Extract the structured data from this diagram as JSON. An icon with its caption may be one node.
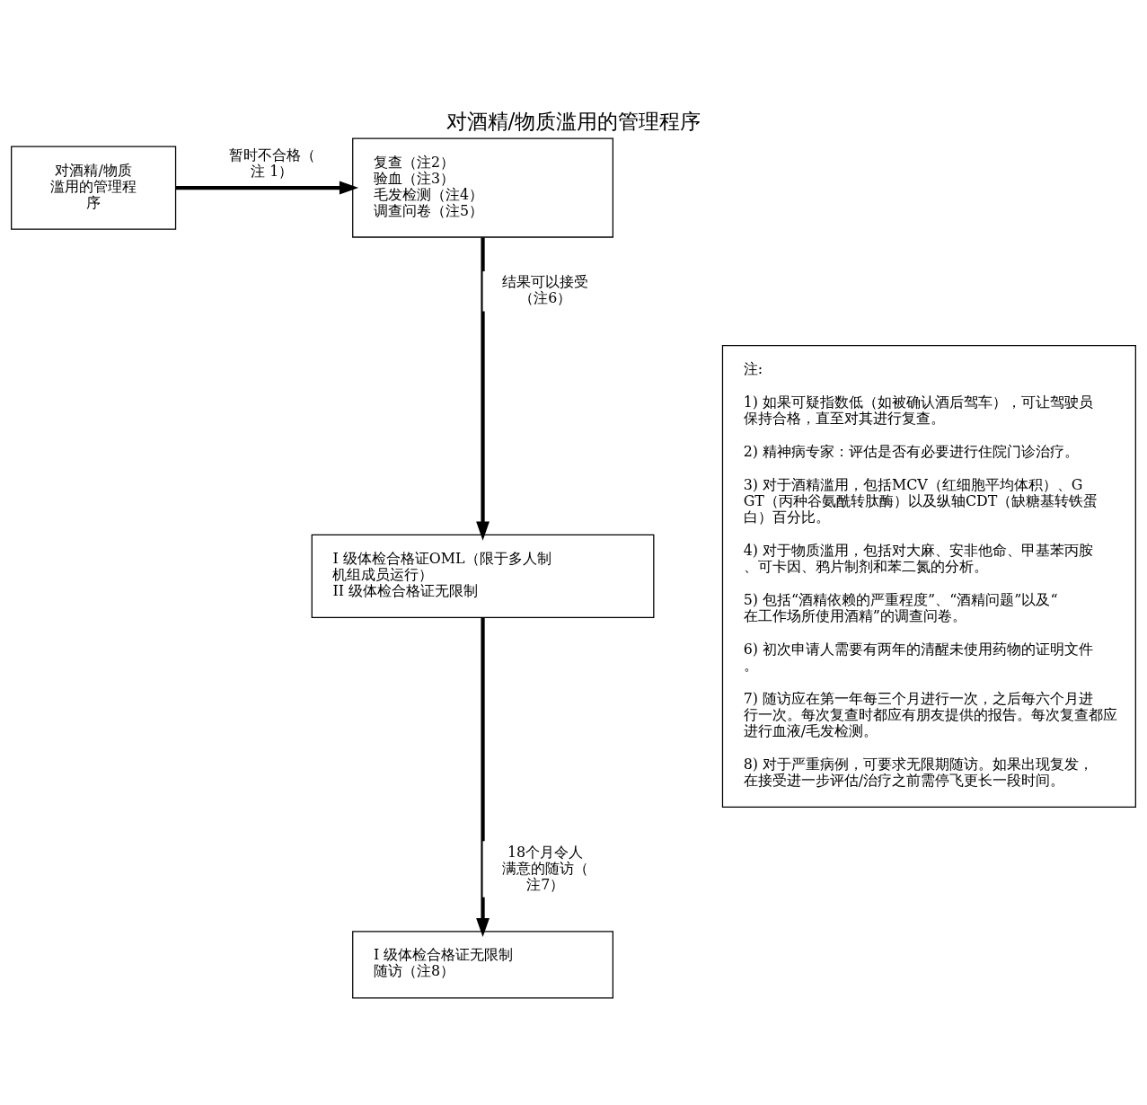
{
  "diagram": {
    "title": "对酒精/物质滥用的管理程序",
    "nodes": [
      {
        "text": [
          "对酒精/物质滥用的管理程序"
        ]
      },
      {
        "text": [
          "复查（注2）",
          "验血（注3）",
          "毛发检测（注4）",
          "调查问卷（注5）"
        ]
      },
      {
        "text": [
          "I 级体检合格证OML（限于多人制机组成员运行）",
          "II 级体检合格证无限制"
        ]
      },
      {
        "text": [
          "I 级体检合格证无限制",
          "随访（注8）"
        ]
      },
      {
        "text": [
          "注:",
          "1) 如果可疑指数低（如被确认酒后驾车），可让驾驶员保持合格，直至对其进行复查。",
          "2) 精神病专家：评估是否有必要进行住院门诊治疗。",
          "3) 对于酒精滥用，包括MCV（红细胞平均体积）、GGT（丙种谷氨酰转肽酶）以及纵轴CDT（缺糖基转铁蛋白）百分比。",
          "4) 对于物质滥用，包括对大麻、安非他命、甲基苯丙胺、可卡因、鸦片制剂和苯二氮的分析。",
          "5) 包括“酒精依赖的严重程度”、“酒精问题”以及“在工作场所使用酒精”的调查问卷。",
          "6) 初次申请人需要有两年的清醒未使用药物的证明文件。",
          "7) 随访应在第一年每三个月进行一次，之后每六个月进行一次。每次复查时都应有朋友提供的报告。每次复查都应进行血液/毛发检测。",
          "8) 对于严重病例，可要求无限期随访。如果出现复发，在接受进一步评估/治疗之前需停飞更长一段时间。"
        ]
      }
    ],
    "edges": [
      {
        "from": 0,
        "to": 1,
        "arrow": "to",
        "label": "暂时不合格（注 1）"
      },
      {
        "from": 1,
        "to": 2,
        "arrow": "to",
        "label": "结果可以接受（注6）"
      },
      {
        "from": 2,
        "to": 3,
        "arrow": "to",
        "label": "18个月令人满意的随访（注7）"
      }
    ]
  }
}
